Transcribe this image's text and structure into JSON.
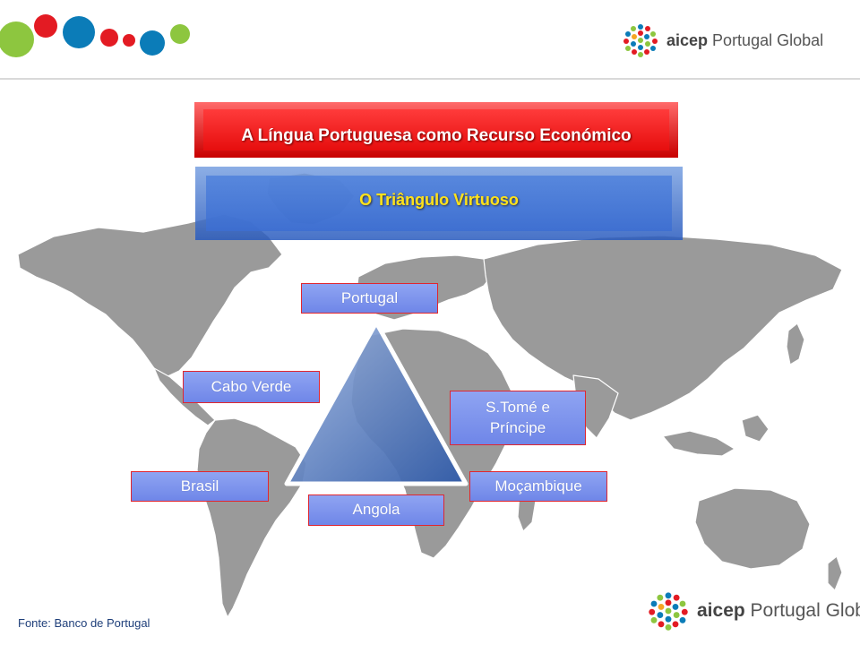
{
  "header": {
    "logo_brand": "aicep",
    "logo_name": "Portugal Global"
  },
  "banners": {
    "title": "A Língua Portuguesa como Recurso Económico",
    "subtitle": "O Triângulo Virtuoso"
  },
  "countries": {
    "portugal": "Portugal",
    "cabo_verde": "Cabo Verde",
    "sao_tome": "S.Tomé e Príncipe",
    "brasil": "Brasil",
    "angola": "Angola",
    "mocambique": "Moçambique"
  },
  "footer": {
    "source": "Fonte: Banco de Portugal",
    "logo_brand": "aicep",
    "logo_name": "Portugal Global"
  },
  "colors": {
    "green": "#8dc63f",
    "red": "#e31b23",
    "blue": "#0b7cb8",
    "banner_red": "#e60e0e",
    "banner_blue": "#3d6fd0",
    "box_fill": "#7f96ee",
    "map_gray": "#9a9a9a"
  }
}
